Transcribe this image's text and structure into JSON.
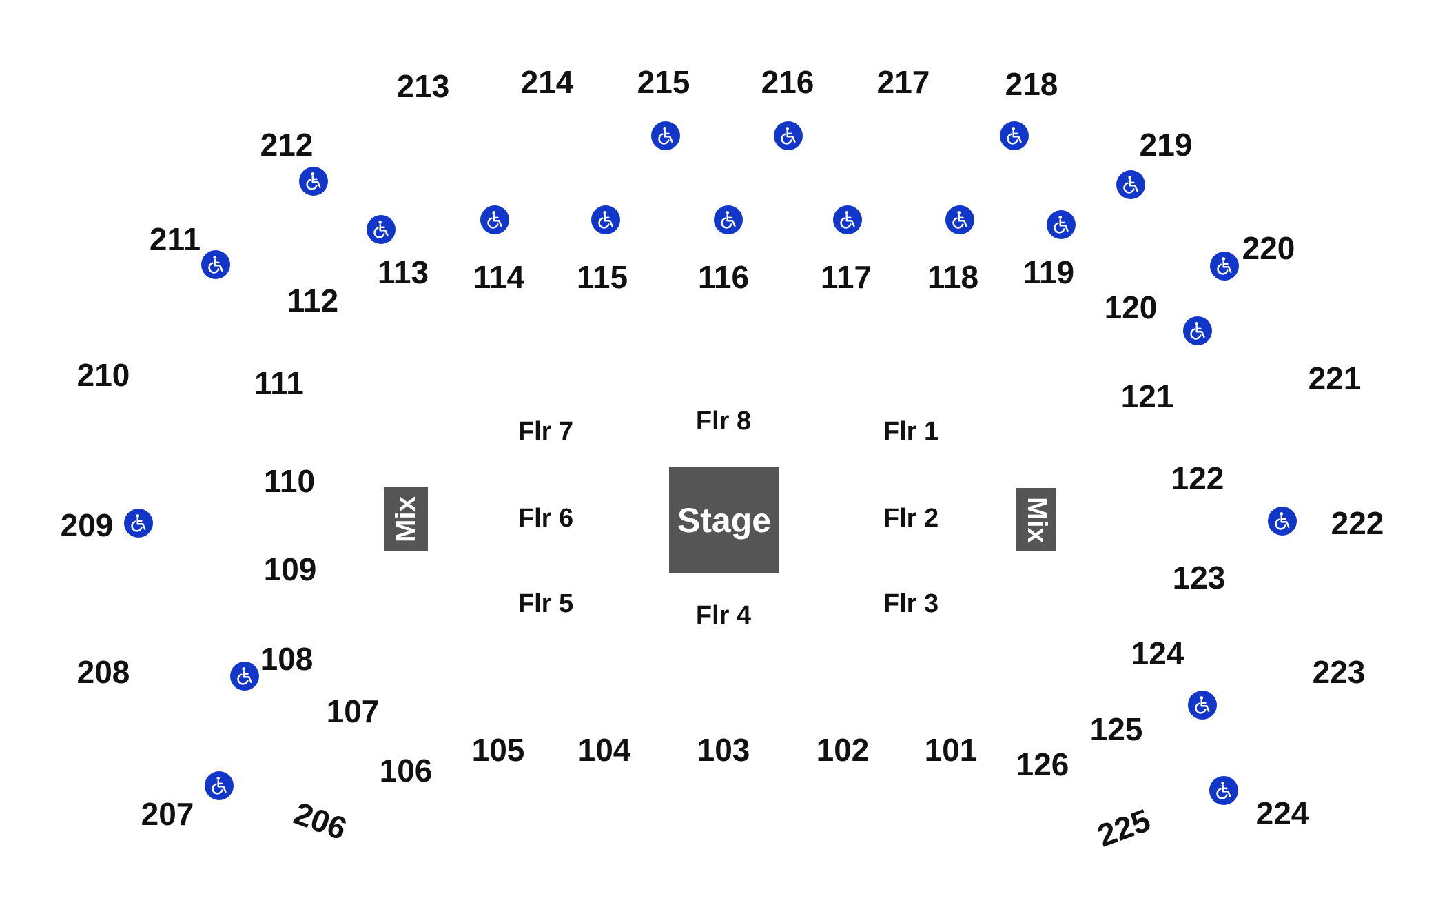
{
  "venue_map": {
    "stage_label": "Stage",
    "mix_left_label": "Mix",
    "mix_right_label": "Mix",
    "accessible_icon": "wheelchair-icon",
    "accessible_icon_color": "#1237c8",
    "box_color": "#555555",
    "floor_sections": [
      "Flr 1",
      "Flr 2",
      "Flr 3",
      "Flr 4",
      "Flr 5",
      "Flr 6",
      "Flr 7",
      "Flr 8"
    ],
    "lower_sections": [
      "101",
      "102",
      "103",
      "104",
      "105",
      "106",
      "107",
      "108",
      "109",
      "110",
      "111",
      "112",
      "113",
      "114",
      "115",
      "116",
      "117",
      "118",
      "119",
      "120",
      "121",
      "122",
      "123",
      "124",
      "125",
      "126"
    ],
    "upper_sections": [
      "206",
      "207",
      "208",
      "209",
      "210",
      "211",
      "212",
      "213",
      "214",
      "215",
      "216",
      "217",
      "218",
      "219",
      "220",
      "221",
      "222",
      "223",
      "224",
      "225"
    ]
  }
}
